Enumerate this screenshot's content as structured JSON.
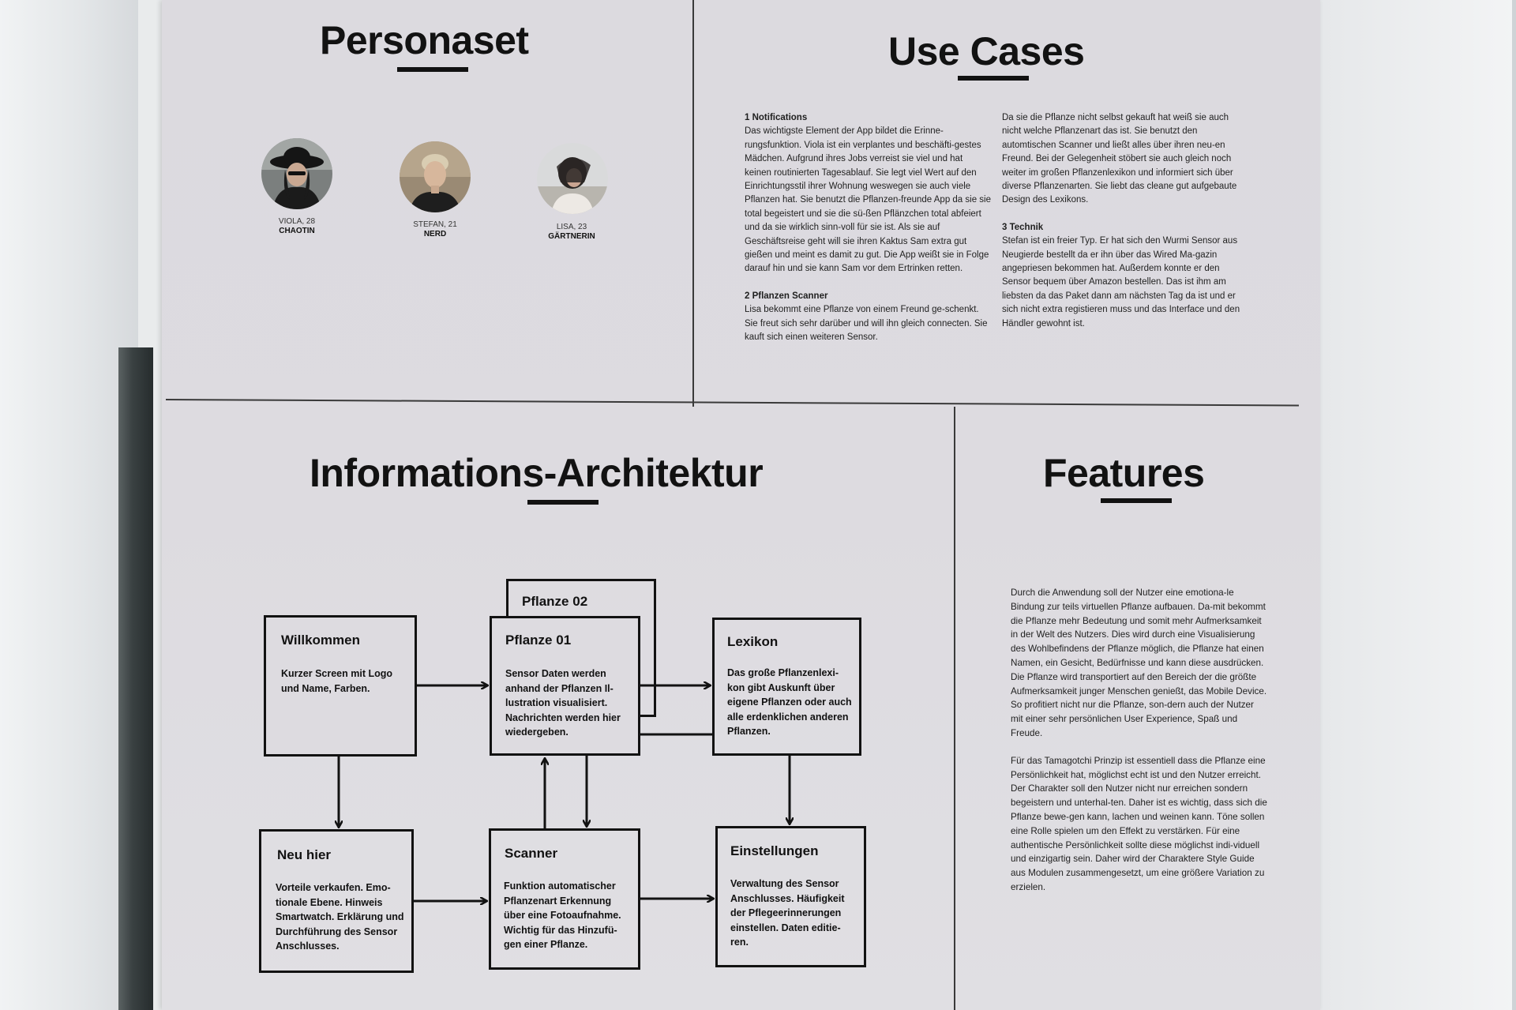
{
  "sections": {
    "personaset": {
      "title": "Personaset",
      "personas": [
        {
          "name": "VIOLA, 28",
          "role": "CHAOTIN"
        },
        {
          "name": "STEFAN, 21",
          "role": "NERD"
        },
        {
          "name": "LISA, 23",
          "role": "GÄRTNERIN"
        }
      ]
    },
    "use_cases": {
      "title": "Use Cases",
      "col1": [
        {
          "title": "1 Notifications",
          "text": "Das wichtigste Element der App bildet die Erinne-rungsfunktion. Viola ist ein verplantes und beschäfti-gestes Mädchen. Aufgrund ihres Jobs verreist sie viel und hat keinen routinierten Tagesablauf. Sie legt viel Wert auf den Einrichtungsstil ihrer Wohnung weswegen sie auch viele Pflanzen hat. Sie benutzt die Pflanzen-freunde App da sie sie total begeistert und sie die sü-ßen Pflänzchen total abfeiert und da sie wirklich sinn-voll für sie ist. Als sie auf Geschäftsreise geht will sie ihren Kaktus Sam extra gut gießen und meint es damit zu gut. Die App weißt sie in Folge darauf hin und sie kann Sam vor dem Ertrinken retten."
        },
        {
          "title": "2 Pflanzen Scanner",
          "text": "Lisa bekommt eine Pflanze von einem Freund ge-schenkt. Sie freut sich sehr darüber und will ihn gleich connecten. Sie kauft sich einen weiteren Sensor."
        }
      ],
      "col2": [
        {
          "title": "",
          "text": "Da sie die Pflanze nicht selbst gekauft hat weiß sie auch nicht welche Pflanzenart das ist. Sie benutzt den automtischen Scanner und ließt alles über ihren neu-en Freund. Bei der Gelegenheit stöbert sie auch gleich noch weiter im großen Pflanzenlexikon und informiert sich über diverse Pflanzenarten. Sie liebt das cleane gut aufgebaute Design des Lexikons."
        },
        {
          "title": "3 Technik",
          "text": "Stefan ist ein freier Typ. Er hat sich den Wurmi Sensor aus Neugierde bestellt da er ihn über das Wired Ma-gazin angepriesen bekommen hat. Außerdem konnte er den Sensor bequem über Amazon bestellen. Das ist ihm am liebsten da das Paket dann am nächsten Tag da ist und er sich nicht extra registieren muss und das Interface und den Händler gewohnt ist."
        }
      ]
    },
    "ia": {
      "title": "Informations-Architektur",
      "boxes": {
        "willkommen": {
          "title": "Willkommen",
          "text": "Kurzer Screen mit Logo und Name, Farben."
        },
        "pflanze02": {
          "title": "Pflanze 02"
        },
        "pflanze01": {
          "title": "Pflanze 01",
          "text": "Sensor Daten werden anhand der Pflanzen Il-lustration visualisiert. Nachrichten werden hier wiedergeben."
        },
        "lexikon": {
          "title": "Lexikon",
          "text": "Das große Pflanzenlexi-kon gibt Auskunft über eigene Pflanzen oder auch alle erdenklichen anderen Pflanzen."
        },
        "neuhier": {
          "title": "Neu hier",
          "text": "Vorteile verkaufen. Emo-tionale Ebene. Hinweis Smartwatch. Erklärung und Durchführung des Sensor Anschlusses."
        },
        "scanner": {
          "title": "Scanner",
          "text": "Funktion automatischer Pflanzenart Erkennung über eine Fotoaufnahme. Wichtig für das Hinzufü-gen einer Pflanze."
        },
        "einstellungen": {
          "title": "Einstellungen",
          "text": "Verwaltung des Sensor Anschlusses. Häufigkeit der Pflegeerinnerungen einstellen. Daten editie-ren."
        }
      }
    },
    "features": {
      "title": "Features",
      "paragraphs": [
        "Durch die Anwendung soll der Nutzer eine emotiona-le Bindung zur teils virtuellen Pflanze aufbauen. Da-mit bekommt die Pflanze mehr Bedeutung und somit mehr Aufmerksamkeit in der Welt des Nutzers. Dies wird durch eine Visualisierung des Wohlbefindens der Pflanze möglich, die Pflanze hat einen Namen, ein Gesicht, Bedürfnisse und kann diese ausdrücken. Die Pflanze wird transportiert auf den Bereich der die größte Aufmerksamkeit junger Menschen genießt, das Mobile Device. So profitiert nicht nur die Pflanze, son-dern auch der Nutzer mit einer sehr persönlichen User Experience, Spaß und Freude.",
        "Für das Tamagotchi Prinzip ist essentiell dass die Pflanze eine Persönlichkeit hat, möglichst echt ist und den Nutzer erreicht. Der Charakter soll den Nutzer nicht nur erreichen sondern begeistern und unterhal-ten. Daher ist es wichtig, dass sich die Pflanze bewe-gen kann, lachen und weinen kann. Töne sollen eine Rolle spielen um den Effekt zu verstärken. Für eine authentische Persönlichkeit sollte diese möglichst indi-viduell und einzigartig sein. Daher wird der Charaktere Style Guide aus Modulen zusammengesetzt, um eine größere Variation zu erzielen."
      ]
    }
  }
}
